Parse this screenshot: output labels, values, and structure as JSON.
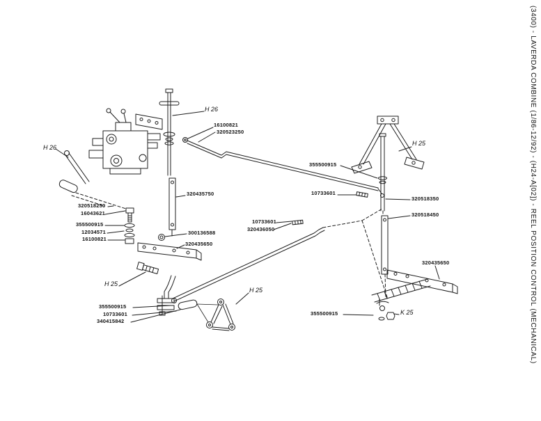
{
  "document": {
    "side_text": "(3400) - LAVERDA COMBINE (1/86-12/92) - (H24-A[02]) - REEL POSITION CONTROL (MECHANICAL)",
    "background": "#ffffff",
    "line_color": "#1c1c1c"
  },
  "labels": [
    {
      "text": "H 26"
    },
    {
      "text": "H 26"
    },
    {
      "text": "H 25"
    },
    {
      "text": "H 25"
    },
    {
      "text": "H 25"
    },
    {
      "text": "K 25"
    },
    {
      "text": "16100821"
    },
    {
      "text": "320523250"
    },
    {
      "text": "355500915"
    },
    {
      "text": "10733601"
    },
    {
      "text": "320518350"
    },
    {
      "text": "320435750"
    },
    {
      "text": "320518450"
    },
    {
      "text": "320518250"
    },
    {
      "text": "16043621"
    },
    {
      "text": "355500915"
    },
    {
      "text": "12034571"
    },
    {
      "text": "16100821"
    },
    {
      "text": "300136588"
    },
    {
      "text": "10733601"
    },
    {
      "text": "320436050"
    },
    {
      "text": "320435650"
    },
    {
      "text": "320435650"
    },
    {
      "text": "355500915"
    },
    {
      "text": "10733601"
    },
    {
      "text": "340415842"
    },
    {
      "text": "355500915"
    }
  ]
}
